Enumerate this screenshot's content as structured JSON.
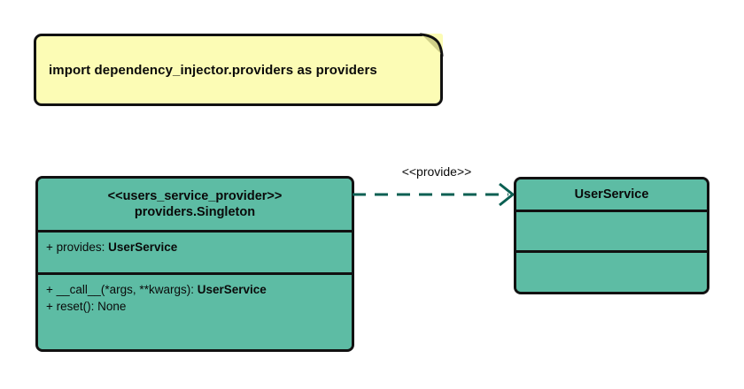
{
  "diagram": {
    "type": "uml-class-diagram",
    "background_color": "#ffffff",
    "class_fill_color": "#5dbca4",
    "note_fill_color": "#fcfcb5",
    "border_color": "#111111",
    "connector_color": "#0a5f52"
  },
  "note": {
    "text": "import dependency_injector.providers as providers"
  },
  "provider_class": {
    "stereotype": "<<users_service_provider>>",
    "name": "providers.Singleton",
    "attributes": [
      {
        "prefix": "+ provides: ",
        "type": "UserService"
      }
    ],
    "operations": [
      {
        "prefix": "+ __call__(*args, **kwargs): ",
        "type": "UserService"
      },
      {
        "prefix": "+ reset(): None",
        "type": ""
      }
    ]
  },
  "service_class": {
    "name": "UserService",
    "attributes": [],
    "operations": []
  },
  "connector": {
    "label": "<<provide>>",
    "style": "dashed",
    "arrow": "open",
    "from": "providers.Singleton",
    "to": "UserService"
  }
}
